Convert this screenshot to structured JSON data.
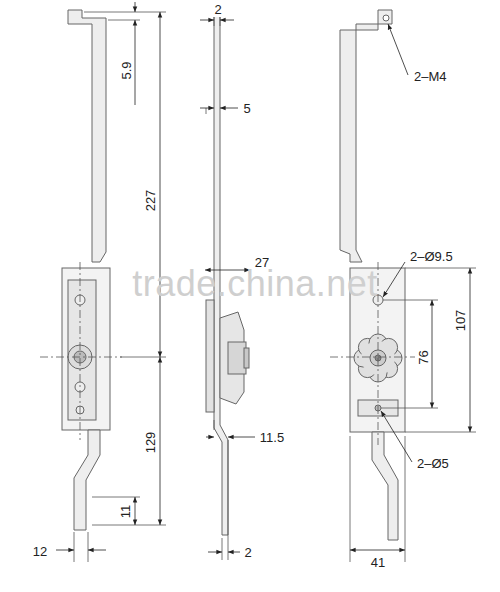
{
  "diagram": {
    "labels": [
      "2",
      "5.9",
      "227",
      "5",
      "2–M4",
      "2–Ø9.5",
      "27",
      "76",
      "107",
      "129",
      "11.5",
      "2–Ø5",
      "11",
      "12",
      "2",
      "41",
      "trade.china.net"
    ]
  }
}
